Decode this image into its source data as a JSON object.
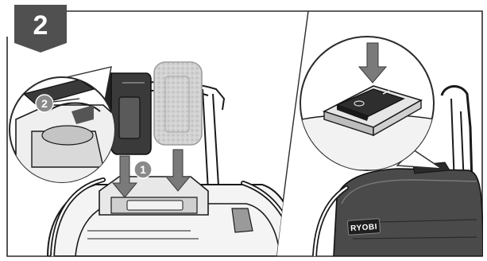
{
  "step": {
    "number": "2"
  },
  "callouts": [
    {
      "label": "1"
    },
    {
      "label": "2"
    }
  ],
  "product": {
    "brand_logo": "RYOBI"
  },
  "colors": {
    "badge": "#505050",
    "ink": "#1a1a1a",
    "frame": "#2b2b2b",
    "callout": "#8a8a8a",
    "arrow": "#7a7a7a",
    "ghost_battery": "#c8c8c8",
    "body_dark": "#3a3a3a"
  },
  "icons": [
    "step-badge",
    "down-arrow-icon",
    "battery-pack",
    "power-switch",
    "radio-handle"
  ]
}
